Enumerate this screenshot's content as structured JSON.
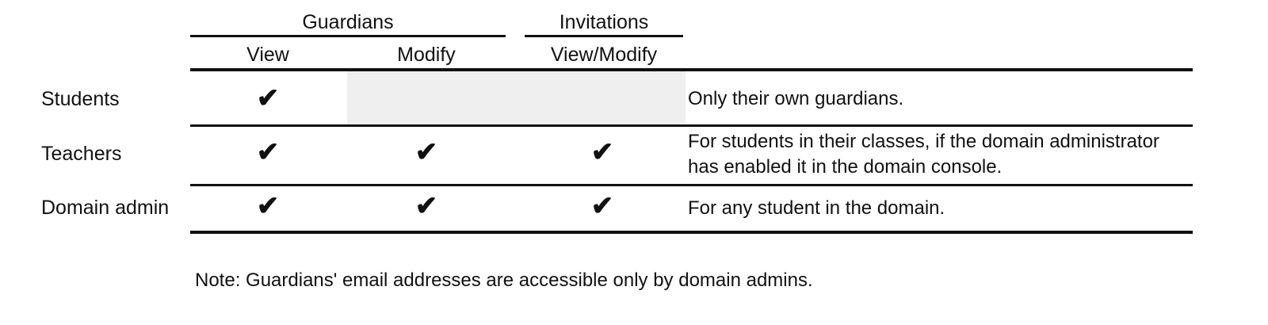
{
  "table": {
    "group_headers": [
      {
        "label": "Guardians"
      },
      {
        "label": "Invitations"
      }
    ],
    "column_headers": [
      {
        "label": "View"
      },
      {
        "label": "Modify"
      },
      {
        "label": "View/Modify"
      }
    ],
    "check_glyph": "✔",
    "rows": [
      {
        "label": "Students",
        "guardians_view": "✔",
        "guardians_modify": "",
        "invitations_view_modify": "",
        "note": "Only their own guardians."
      },
      {
        "label": "Teachers",
        "guardians_view": "✔",
        "guardians_modify": "✔",
        "invitations_view_modify": "✔",
        "note": "For students in their classes, if the domain administrator has enabled it in the domain console."
      },
      {
        "label": "Domain admin",
        "guardians_view": "✔",
        "guardians_modify": "✔",
        "invitations_view_modify": "✔",
        "note": "For any student in the domain."
      }
    ]
  },
  "footnote": {
    "text": "Note: Guardians' email addresses are accessible only by domain admins."
  },
  "colors": {
    "ink": "#111111",
    "page": "#ffffff",
    "shaded_cell": "#efefef"
  }
}
